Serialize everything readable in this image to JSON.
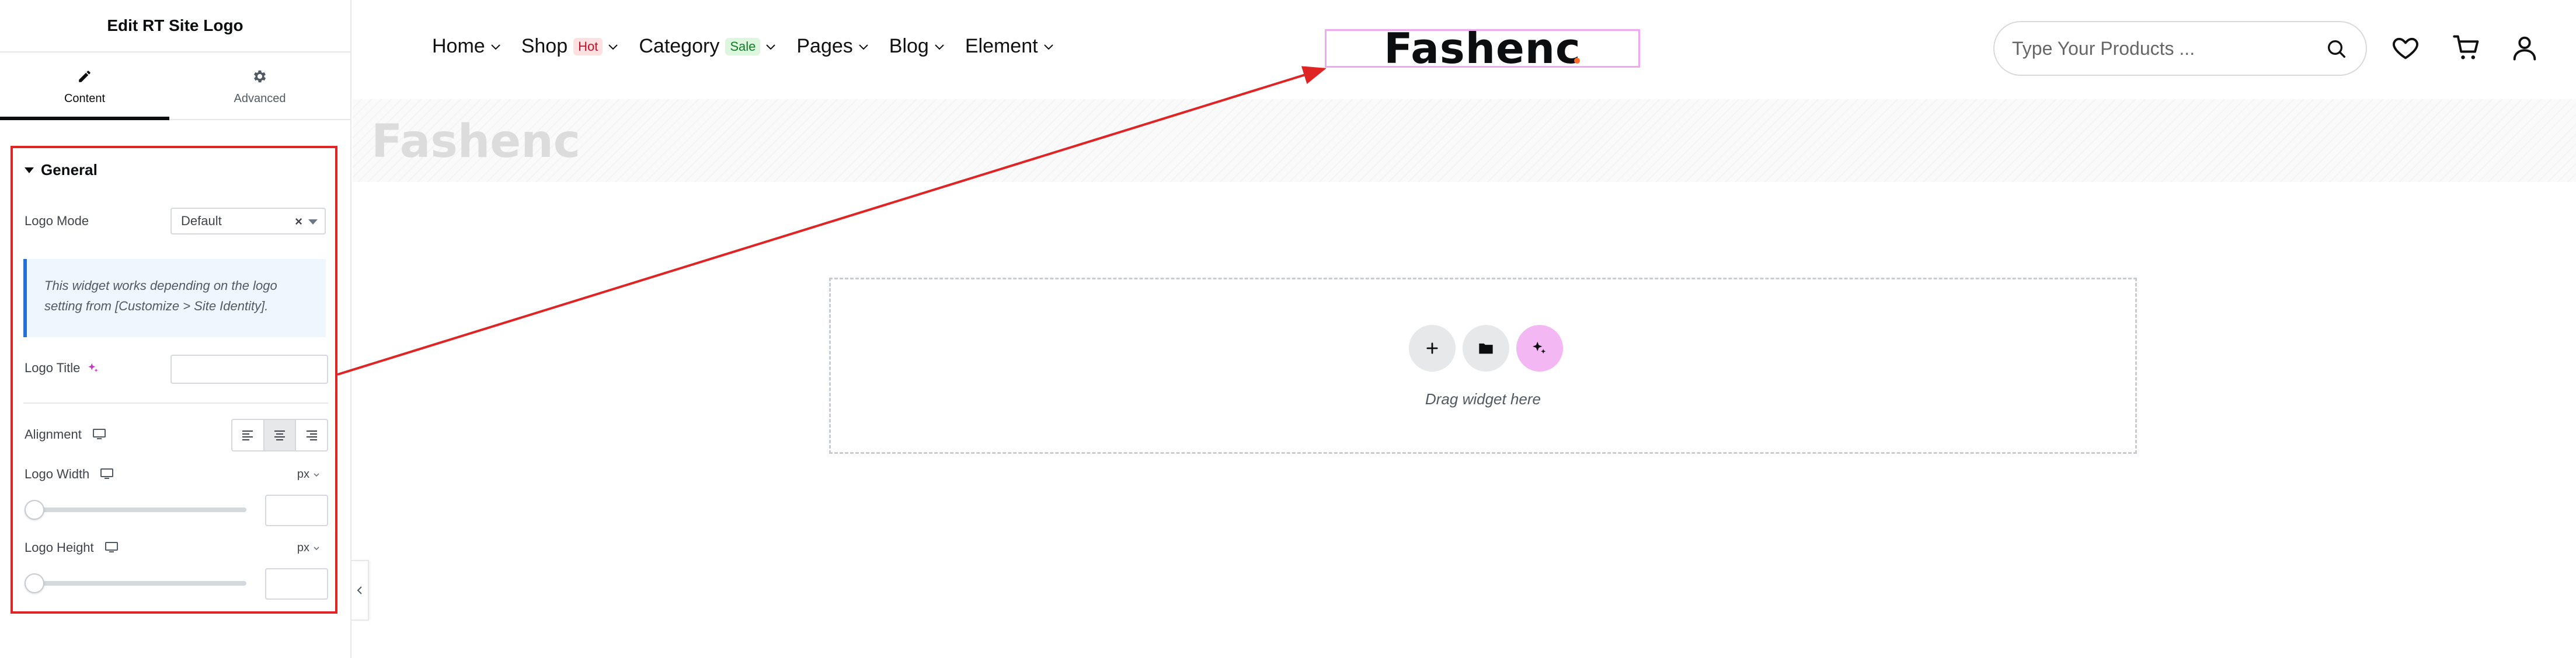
{
  "panel": {
    "title": "Edit RT Site Logo",
    "tabs": [
      {
        "label": "Content",
        "icon": "pencil-icon",
        "active": true
      },
      {
        "label": "Advanced",
        "icon": "gear-icon",
        "active": false
      }
    ],
    "section": {
      "title": "General",
      "logo_mode": {
        "label": "Logo Mode",
        "value": "Default",
        "clear": "×"
      },
      "notice": "This widget works depending on the logo setting from [Customize > Site Identity].",
      "logo_title": {
        "label": "Logo Title",
        "value": "",
        "icon": "ai-sparkle-icon"
      },
      "alignment": {
        "label": "Alignment",
        "device": "desktop-icon",
        "options": [
          "left",
          "center",
          "right"
        ],
        "selected": "center"
      },
      "logo_width": {
        "label": "Logo Width",
        "unit": "px",
        "value": "",
        "slider": 0
      },
      "logo_height": {
        "label": "Logo Height",
        "unit": "px",
        "value": "",
        "slider": 0
      }
    }
  },
  "site": {
    "nav": [
      {
        "label": "Home",
        "badge": ""
      },
      {
        "label": "Shop",
        "badge": "Hot"
      },
      {
        "label": "Category",
        "badge": "Sale"
      },
      {
        "label": "Pages",
        "badge": ""
      },
      {
        "label": "Blog",
        "badge": ""
      },
      {
        "label": "Element",
        "badge": ""
      }
    ],
    "logo": "Fashenc",
    "search_placeholder": "Type Your Products ...",
    "header_icons": [
      "heart-icon",
      "cart-icon",
      "user-icon"
    ],
    "banner_logo": "Fashenc",
    "drop_zone_label": "Drag widget here"
  },
  "colors": {
    "highlight_red": "#e02424",
    "logo_outline": "#f0a8ef",
    "ai_button": "#f3b8f4",
    "hot_badge": "#fde0e0",
    "sale_badge": "#dcf7dd",
    "notice_accent": "#2271d3"
  }
}
